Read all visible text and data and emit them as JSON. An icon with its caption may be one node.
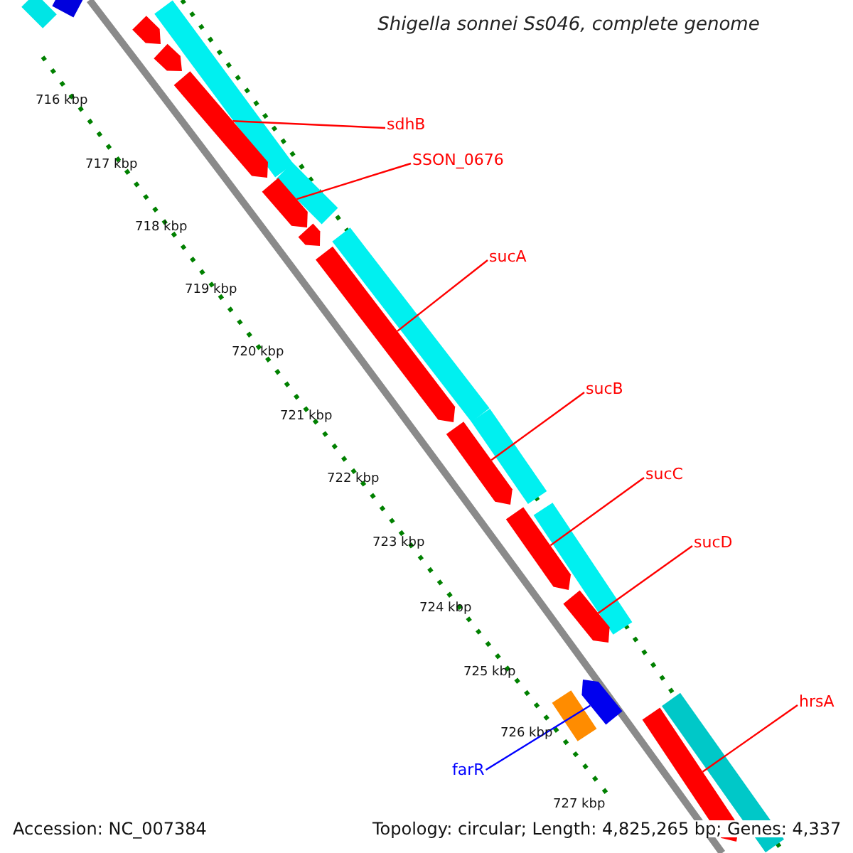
{
  "diagram": {
    "title": "Shigella sonnei Ss046, complete genome",
    "nodes": [
      {
        "text": [
          "sdhB"
        ]
      },
      {
        "text": [
          "SSON_0676"
        ]
      },
      {
        "text": [
          "sucA"
        ]
      },
      {
        "text": [
          "sucB"
        ]
      },
      {
        "text": [
          "sucC"
        ]
      },
      {
        "text": [
          "sucD"
        ]
      },
      {
        "text": [
          "hrsA"
        ]
      },
      {
        "text": [
          "farR"
        ]
      },
      {
        "text": [],
        "shape": "bar"
      },
      {
        "text": [],
        "shape": "bar"
      },
      {
        "text": [],
        "shape": "bar"
      },
      {
        "text": [],
        "shape": "bar"
      },
      {
        "text": [],
        "shape": "bar"
      },
      {
        "text": [],
        "shape": "bar"
      },
      {
        "text": [],
        "shape": "bar"
      },
      {
        "text": [],
        "shape": "bar"
      }
    ],
    "edges": [
      {
        "from": 0,
        "to": 8,
        "arrow": "none"
      },
      {
        "from": 1,
        "to": 9,
        "arrow": "none"
      },
      {
        "from": 2,
        "to": 10,
        "arrow": "none"
      },
      {
        "from": 3,
        "to": 11,
        "arrow": "none"
      },
      {
        "from": 4,
        "to": 12,
        "arrow": "none"
      },
      {
        "from": 5,
        "to": 13,
        "arrow": "none"
      },
      {
        "from": 7,
        "to": 15,
        "arrow": "none",
        "color": "#0000ff"
      },
      {
        "from": 6,
        "to": 14,
        "arrow": "none"
      }
    ],
    "labels": [
      "716 kbp",
      "717 kbp",
      "718 kbp",
      "719 kbp",
      "720 kbp",
      "721 kbp",
      "722 kbp",
      "723 kbp",
      "724 kbp",
      "725 kbp",
      "726 kbp",
      "727 kbp",
      "Accession: NC_007384",
      "Topology: circular; Length: 4,825,265 bp; Genes: 4,337"
    ]
  }
}
